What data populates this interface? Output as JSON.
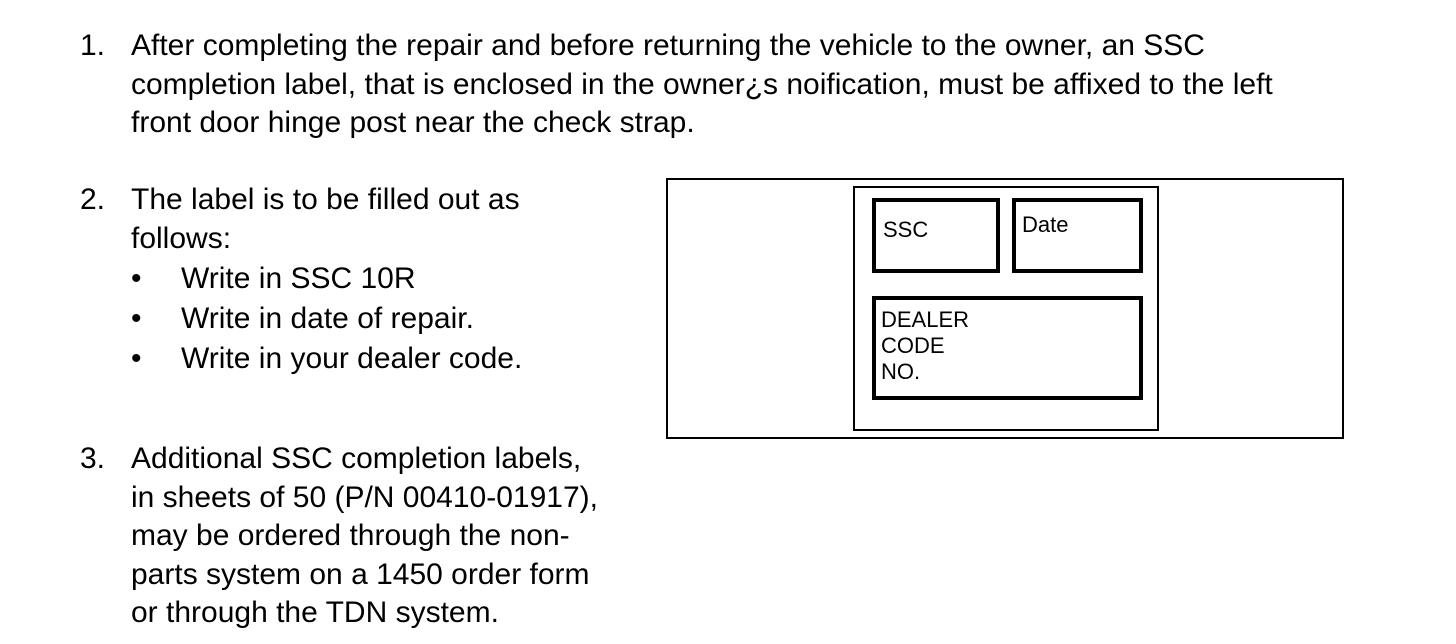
{
  "steps": [
    {
      "number": "1.",
      "lines": [
        "After completing the repair and before returning the vehicle to the owner, an SSC",
        "completion label, that is enclosed in the owner¿s noification, must be affixed to the left",
        "front door hinge post near the check strap."
      ]
    },
    {
      "number": "2.",
      "lines": [
        "The label is to be filled out as",
        "follows:"
      ],
      "bullets": [
        "Write in SSC 10R",
        "Write in date of repair.",
        "Write in your dealer code."
      ]
    },
    {
      "number": "3.",
      "lines": [
        "Additional SSC completion labels,",
        "in sheets of 50 (P/N 00410-01917),",
        "may be ordered through the non-",
        "parts system on a 1450 order form",
        "or through the TDN system."
      ]
    }
  ],
  "bullet_symbol": "•",
  "label_diagram": {
    "ssc_field": "SSC",
    "date_field": "Date",
    "dealer_field": [
      "DEALER",
      "CODE",
      "NO."
    ]
  }
}
